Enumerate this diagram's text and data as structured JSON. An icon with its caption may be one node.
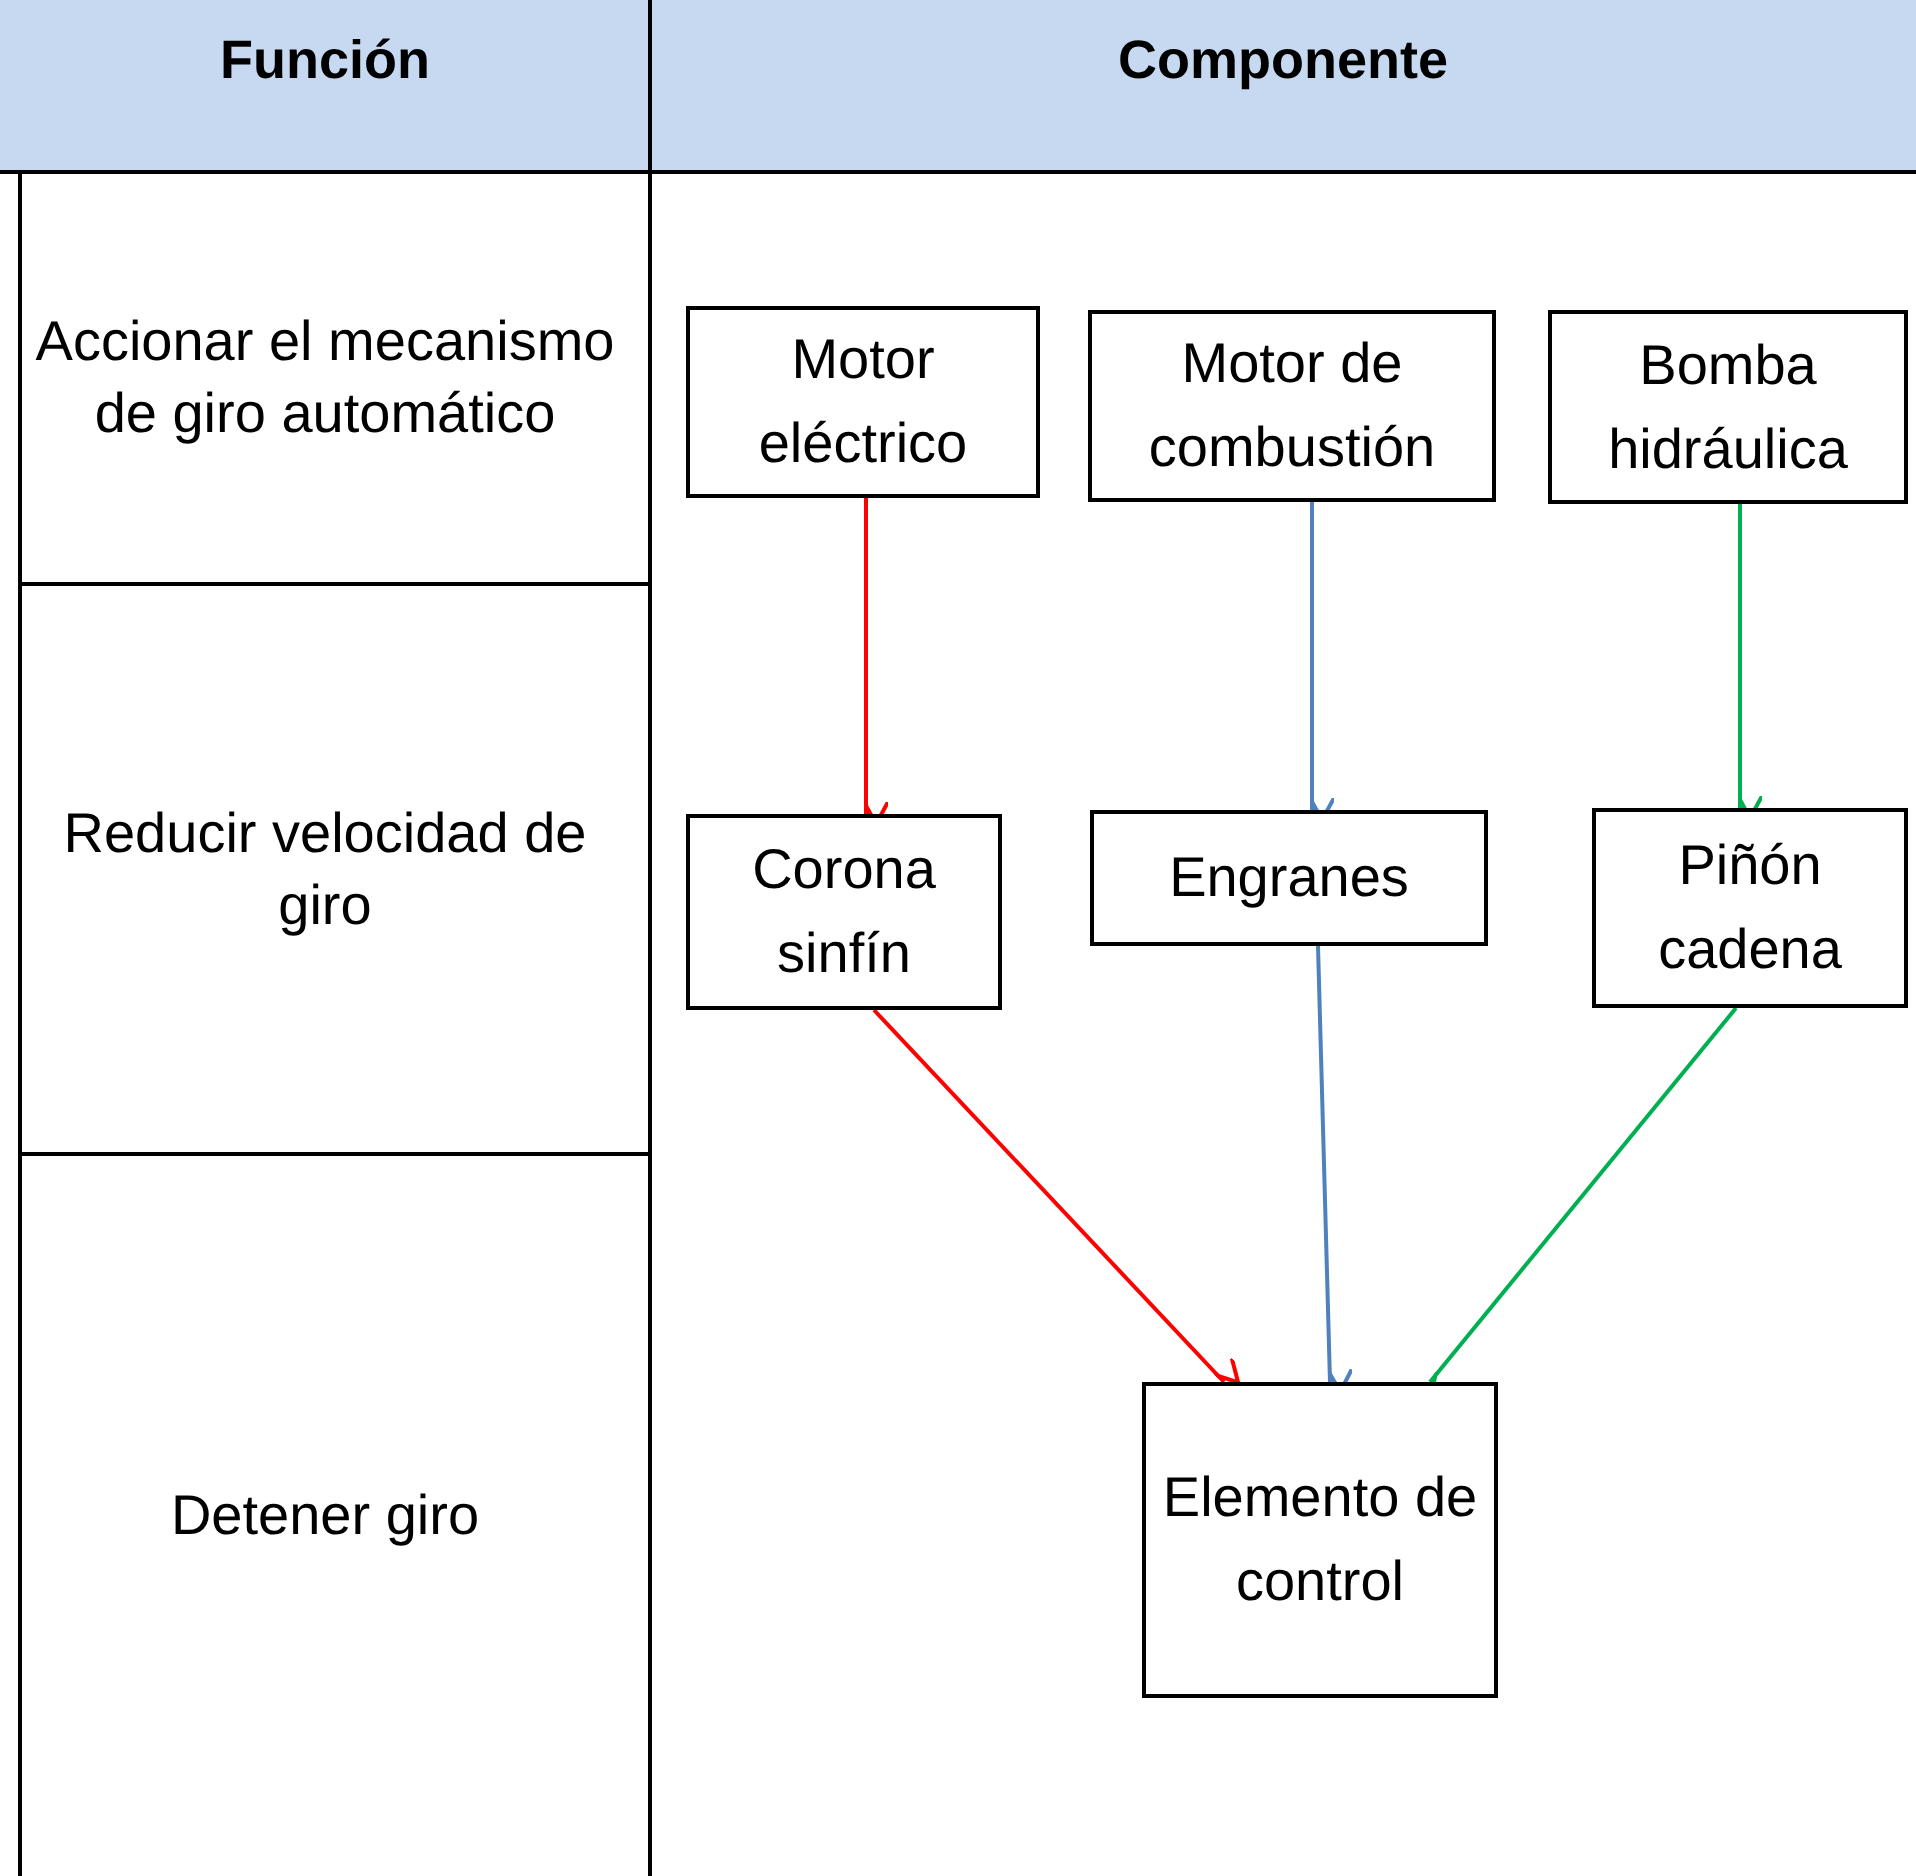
{
  "diagram": {
    "nodes": [
      {
        "text": [
          "Motor eléctrico"
        ]
      },
      {
        "text": [
          "Motor de combustión"
        ]
      },
      {
        "text": [
          "Bomba hidráulica"
        ]
      },
      {
        "text": [
          "Corona sinfín"
        ]
      },
      {
        "text": [
          "Engranes"
        ]
      },
      {
        "text": [
          "Piñón cadena"
        ]
      },
      {
        "text": [
          "Elemento de control"
        ]
      }
    ],
    "edges": [
      {
        "from": 0,
        "to": 3,
        "arrow": "to",
        "color": "#ff0000"
      },
      {
        "from": 1,
        "to": 4,
        "arrow": "to",
        "color": "#4f81bd"
      },
      {
        "from": 2,
        "to": 5,
        "arrow": "to",
        "color": "#00b050"
      },
      {
        "from": 3,
        "to": 6,
        "arrow": "to",
        "color": "#ff0000"
      },
      {
        "from": 4,
        "to": 6,
        "arrow": "to",
        "color": "#4f81bd"
      },
      {
        "from": 5,
        "to": 6,
        "arrow": "to",
        "color": "#00b050"
      }
    ],
    "labels": [
      "Función",
      "Componente",
      "Accionar el mecanismo de giro automático",
      "Reducir velocidad de giro",
      "Detener giro"
    ]
  }
}
